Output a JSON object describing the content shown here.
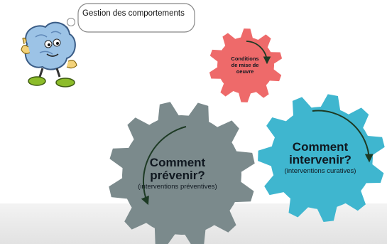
{
  "speech_bubble": {
    "text": "Gestion des comportements"
  },
  "gears": {
    "conditions": {
      "line1": "Conditions",
      "line2": "de mise de",
      "line3": "oeuvre",
      "color": "#ee6a6a"
    },
    "prevenir": {
      "title_line1": "Comment",
      "title_line2": "prévenir?",
      "subtitle": "(interventions préventives)",
      "color": "#7b8a8c"
    },
    "intervenir": {
      "title_line1": "Comment",
      "title_line2": "intervenir?",
      "subtitle": "(interventions curatives)",
      "color": "#3fb6cf"
    }
  },
  "mascot": {
    "body_color": "#9cc3e6",
    "shoe_color": "#8cbc2a"
  }
}
